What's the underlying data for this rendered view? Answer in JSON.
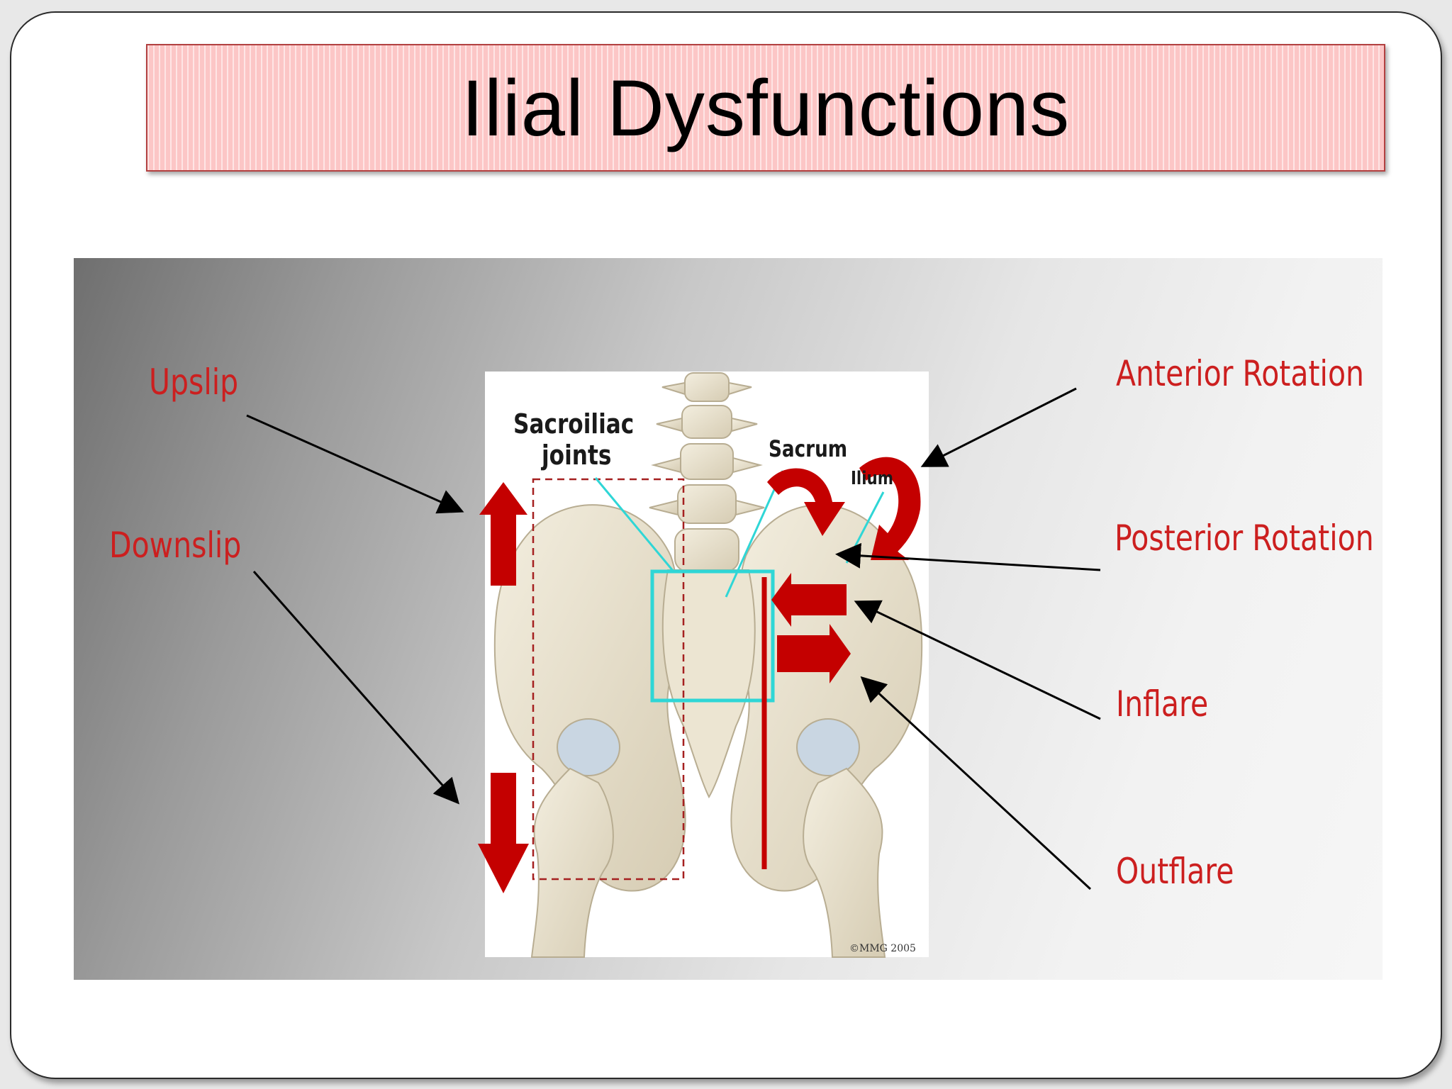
{
  "slide": {
    "title": "Ilial Dysfunctions"
  },
  "diagram": {
    "left_labels": {
      "upslip": "Upslip",
      "downslip": "Downslip"
    },
    "right_labels": {
      "anterior_rotation": "Anterior Rotation",
      "posterior_rotation": "Posterior Rotation",
      "inflare": "Inflare",
      "outflare": "Outflare"
    },
    "anatomy_labels": {
      "sacroiliac_line1": "Sacroiliac",
      "sacroiliac_line2": "joints",
      "sacrum": "Sacrum",
      "ilium": "Ilium"
    },
    "copyright": "©MMG 2005"
  },
  "colors": {
    "title_background": "#fcc6c6",
    "label_red": "#cc1f1f",
    "arrow_red": "#c40000",
    "bone": "#e9e2cf",
    "sacroiliac_box": "#2fd6d6"
  }
}
